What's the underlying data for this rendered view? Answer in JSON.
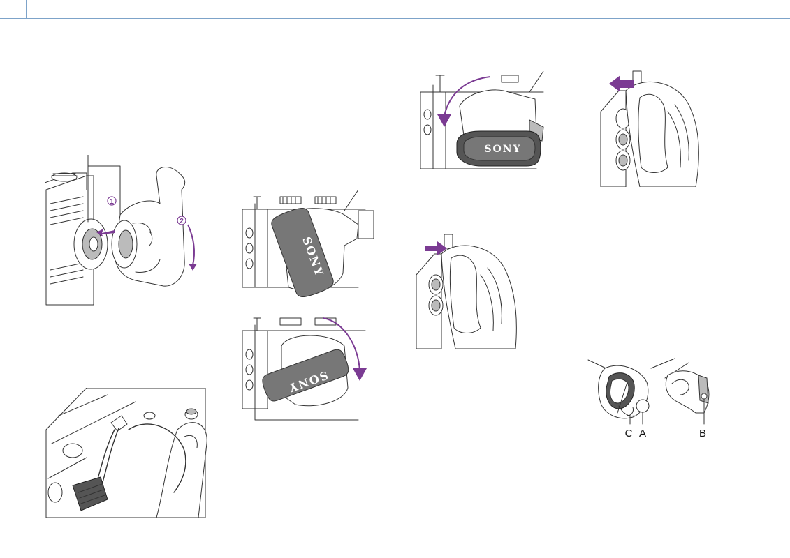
{
  "figures": {
    "fig1_step_numbers": [
      "1",
      "2"
    ],
    "grip_brand_logo": "SONY",
    "fig_labels": {
      "a": "A",
      "b": "B",
      "c": "C"
    },
    "colors": {
      "accent_arrow": "#7b3b93",
      "header_rule": "#7da3c9",
      "line": "#333333"
    }
  }
}
